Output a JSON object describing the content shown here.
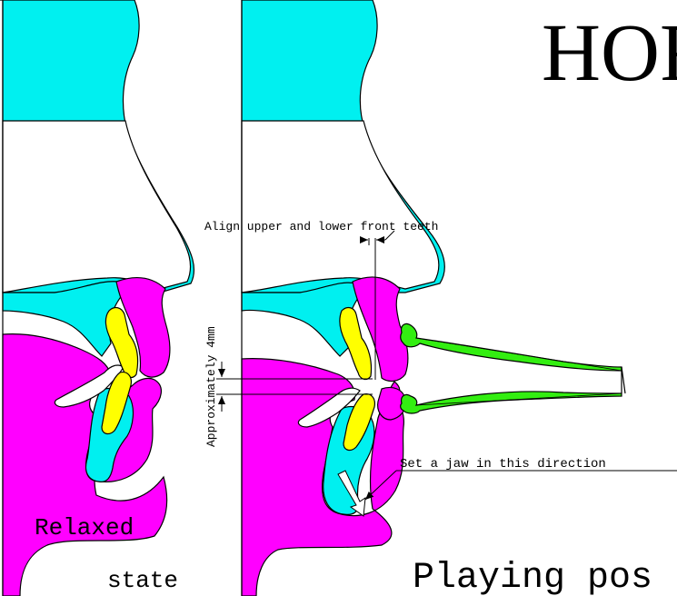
{
  "title": "HOR",
  "colors": {
    "skin": "#00f0f0",
    "lip": "#ff00ff",
    "tooth": "#ffff00",
    "mouthpiece": "#33ee11",
    "outline": "#000000"
  },
  "panels": {
    "relaxed": {
      "label_line1": "Relaxed",
      "label_line2": "state"
    },
    "playing": {
      "label": "Playing pos"
    }
  },
  "annotations": {
    "align_teeth": "Align upper and lower front teeth",
    "gap": "Approximately 4mm",
    "jaw_direction": "Set a jaw in this direction"
  }
}
